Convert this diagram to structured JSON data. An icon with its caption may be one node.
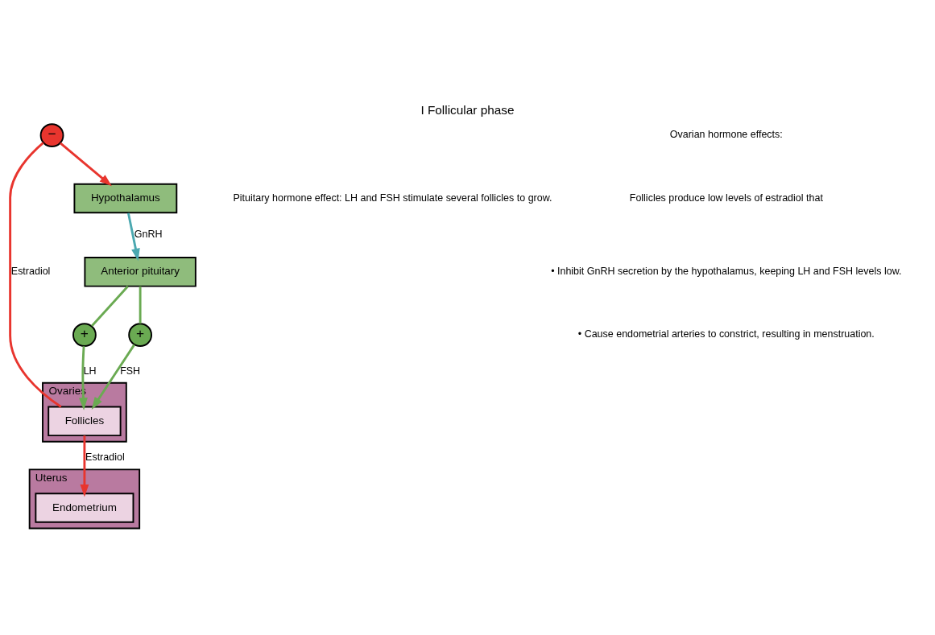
{
  "diagram": {
    "title": "I Follicular phase",
    "nodes": [
      {
        "text": [
          "Hypothalamus"
        ]
      },
      {
        "text": [
          "Anterior pituitary"
        ]
      },
      {
        "text": [
          "Ovaries"
        ]
      },
      {
        "text": [
          "Follicles"
        ],
        "in": 2
      },
      {
        "text": [
          "Uterus"
        ]
      },
      {
        "text": [
          "Endometrium"
        ],
        "in": 4
      },
      {
        "text": [
          "+"
        ]
      },
      {
        "text": [
          "+"
        ]
      },
      {
        "text": [
          "−"
        ]
      }
    ],
    "edges": [
      {
        "from": 0,
        "to": 1,
        "arrow": "to",
        "label": "GnRH",
        "color": "#4ba8b0"
      },
      {
        "from": 1,
        "to": 6,
        "arrow": "none",
        "color": "#6aaa52"
      },
      {
        "from": 6,
        "to": 3,
        "arrow": "to",
        "label": "LH",
        "color": "#6aaa52"
      },
      {
        "from": 1,
        "to": 7,
        "arrow": "none",
        "color": "#6aaa52"
      },
      {
        "from": 7,
        "to": 3,
        "arrow": "to",
        "label": "FSH",
        "color": "#6aaa52"
      },
      {
        "from": 3,
        "to": 8,
        "arrow": "none",
        "label": "Estradiol",
        "color": "#e8352e"
      },
      {
        "from": 8,
        "to": 0,
        "arrow": "to",
        "color": "#e8352e"
      },
      {
        "from": 3,
        "to": 5,
        "arrow": "to",
        "label": "Estradiol",
        "color": "#e8352e"
      }
    ],
    "labels": [
      "Pituitary hormone effect: LH and FSH stimulate several follicles to grow.",
      "Ovarian hormone effects:",
      "Follicles produce low levels of estradiol that",
      "• Inhibit GnRH secretion by the hypothalamus, keeping LH and FSH levels low.",
      "• Cause endometrial arteries to constrict, resulting in menstruation."
    ]
  }
}
